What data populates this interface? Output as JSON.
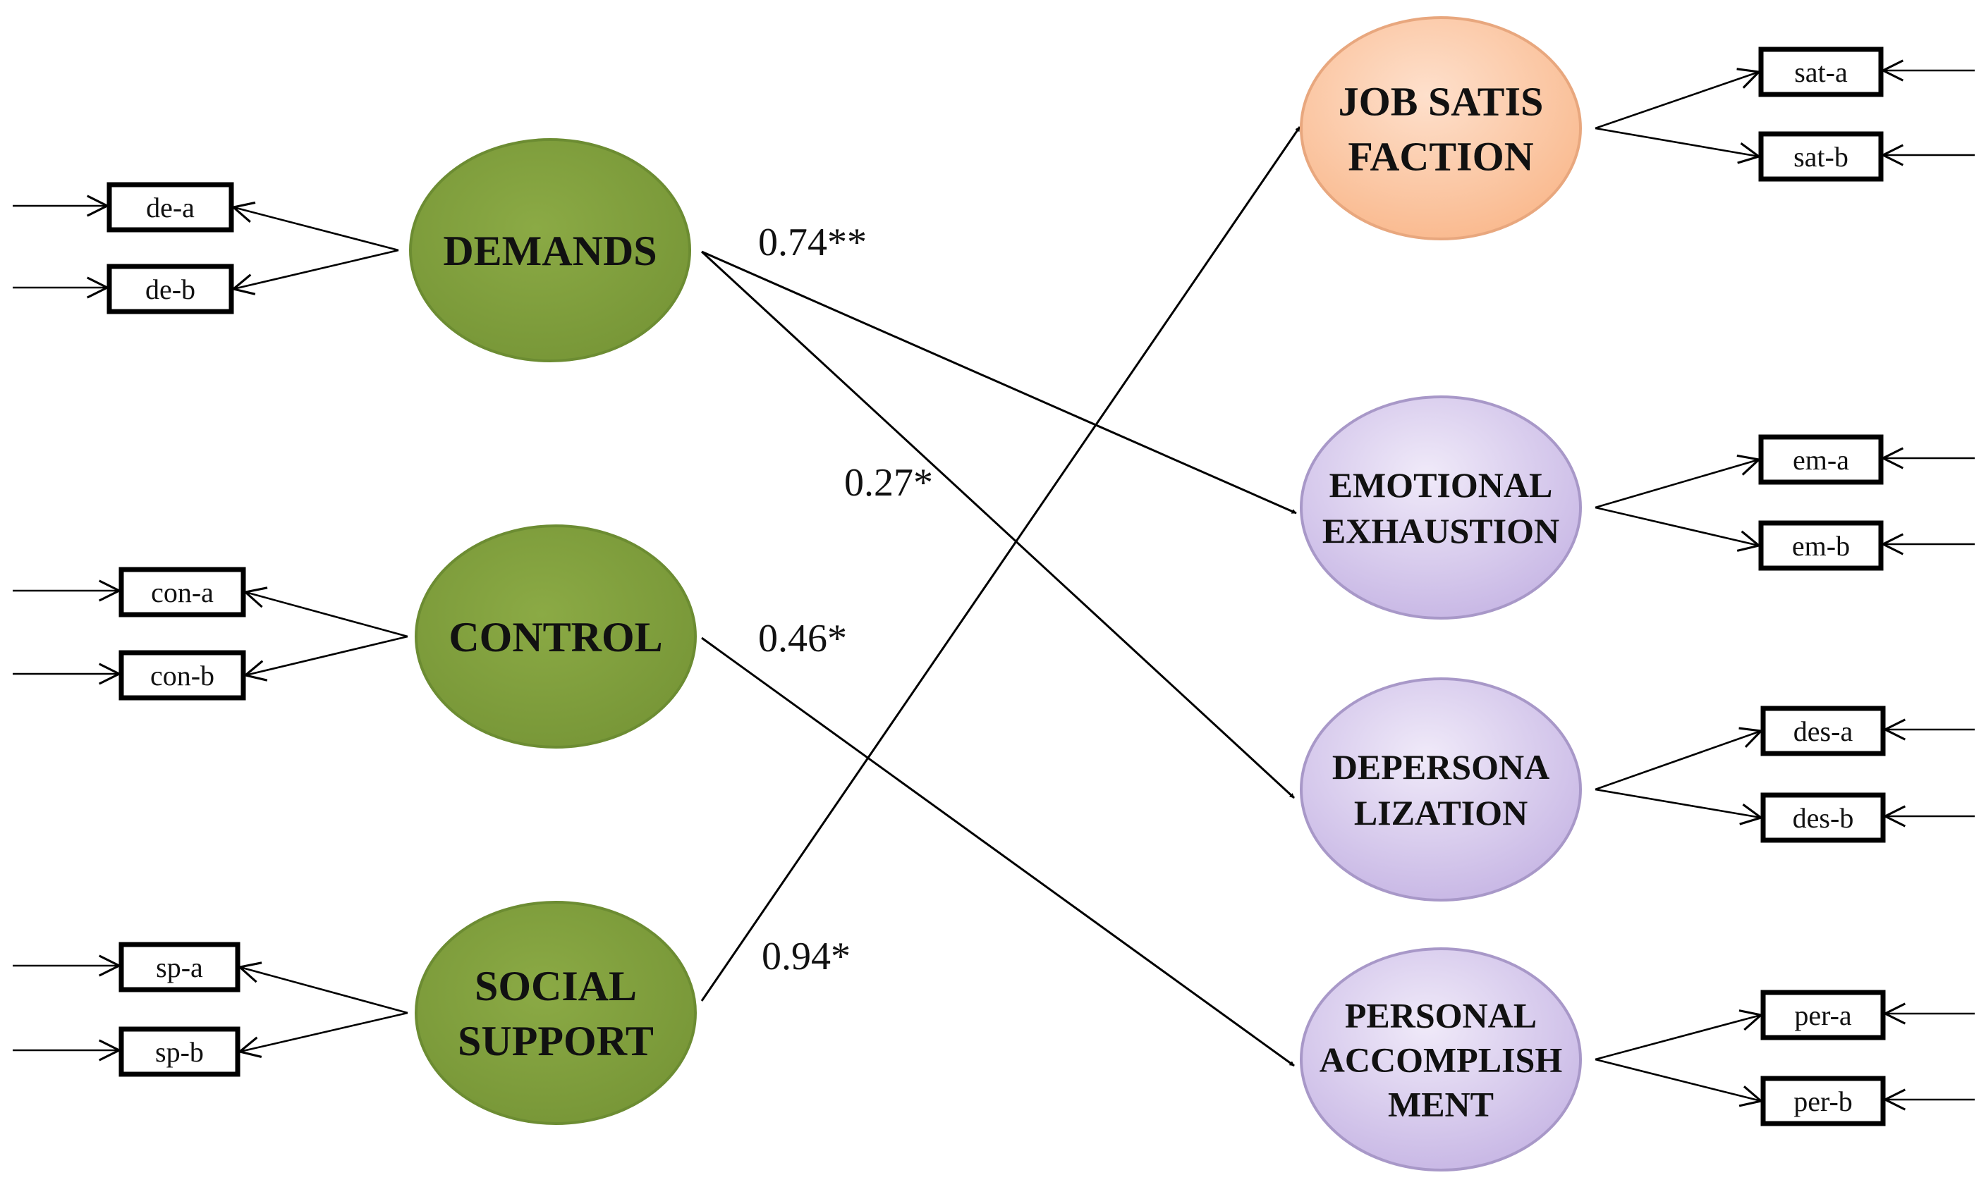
{
  "colors": {
    "predictor_fill": "#7E9E3C",
    "predictor_stroke": "#6C8C32",
    "satisfaction_fill": "#FDC8A4",
    "satisfaction_stroke": "#E8A77E",
    "burnout_fill": "#D8CBEE",
    "burnout_stroke": "#A898C8"
  },
  "latents": [
    {
      "id": "demands",
      "lines": [
        "DEMANDS"
      ],
      "group": "predictor"
    },
    {
      "id": "control",
      "lines": [
        "CONTROL"
      ],
      "group": "predictor"
    },
    {
      "id": "social-support",
      "lines": [
        "SOCIAL",
        "SUPPORT"
      ],
      "group": "predictor"
    },
    {
      "id": "job-satisfaction",
      "lines": [
        "JOB SATIS",
        "FACTION"
      ],
      "group": "satisfaction"
    },
    {
      "id": "emotional-exhaustion",
      "lines": [
        "EMOTIONAL",
        "EXHAUSTION"
      ],
      "group": "burnout"
    },
    {
      "id": "depersonalization",
      "lines": [
        "DEPERSONA",
        "LIZATION"
      ],
      "group": "burnout"
    },
    {
      "id": "personal-accomplishment",
      "lines": [
        "PERSONAL",
        "ACCOMPLISH",
        "MENT"
      ],
      "group": "burnout"
    }
  ],
  "indicators": {
    "demands": [
      "de-a",
      "de-b"
    ],
    "control": [
      "con-a",
      "con-b"
    ],
    "social-support": [
      "sp-a",
      "sp-b"
    ],
    "job-satisfaction": [
      "sat-a",
      "sat-b"
    ],
    "emotional-exhaustion": [
      "em-a",
      "em-b"
    ],
    "depersonalization": [
      "des-a",
      "des-b"
    ],
    "personal-accomplishment": [
      "per-a",
      "per-b"
    ]
  },
  "paths": [
    {
      "from": "demands",
      "to": "emotional-exhaustion",
      "coefficient": "0.74**"
    },
    {
      "from": "demands",
      "to": "depersonalization",
      "coefficient": "0.27*"
    },
    {
      "from": "control",
      "to": "personal-accomplishment",
      "coefficient": "0.46*"
    },
    {
      "from": "social-support",
      "to": "job-satisfaction",
      "coefficient": "0.94*"
    }
  ]
}
